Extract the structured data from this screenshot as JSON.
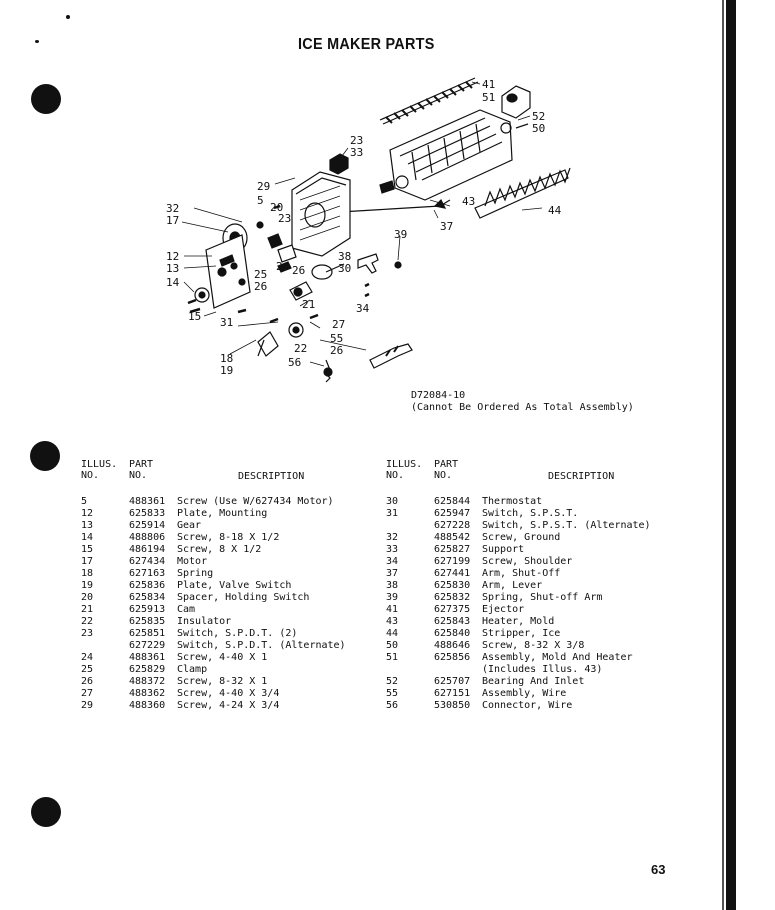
{
  "title": "ICE MAKER PARTS",
  "diagram": {
    "code": "D72084-10",
    "note": "(Cannot Be Ordered As Total  Assembly)",
    "callouts": [
      "41",
      "51",
      "52",
      "50",
      "23",
      "33",
      "29",
      "5",
      "32",
      "17",
      "20",
      "23",
      "43",
      "37",
      "44",
      "39",
      "12",
      "13",
      "14",
      "15",
      "38",
      "24",
      "26",
      "30",
      "25",
      "26",
      "34",
      "21",
      "31",
      "27",
      "55",
      "26",
      "22",
      "18",
      "19",
      "56"
    ]
  },
  "headers": {
    "illus": "ILLUS.",
    "no": "NO.",
    "part": "PART",
    "part_no": "NO.",
    "description": "DESCRIPTION"
  },
  "left_rows": [
    {
      "illus": "5",
      "part": "488361",
      "desc": "Screw (Use W/627434 Motor)"
    },
    {
      "illus": "12",
      "part": "625833",
      "desc": "Plate, Mounting"
    },
    {
      "illus": "13",
      "part": "625914",
      "desc": "Gear"
    },
    {
      "illus": "14",
      "part": "488806",
      "desc": "Screw, 8-18 X 1/2"
    },
    {
      "illus": "15",
      "part": "486194",
      "desc": "Screw, 8 X 1/2"
    },
    {
      "illus": "17",
      "part": "627434",
      "desc": "Motor"
    },
    {
      "illus": "18",
      "part": "627163",
      "desc": "Spring"
    },
    {
      "illus": "19",
      "part": "625836",
      "desc": "Plate, Valve Switch"
    },
    {
      "illus": "20",
      "part": "625834",
      "desc": "Spacer, Holding Switch"
    },
    {
      "illus": "21",
      "part": "625913",
      "desc": "Cam"
    },
    {
      "illus": "22",
      "part": "625835",
      "desc": "Insulator"
    },
    {
      "illus": "23",
      "part": "625851",
      "desc": "Switch, S.P.D.T. (2)"
    },
    {
      "illus": "",
      "part": "627229",
      "desc": "Switch, S.P.D.T. (Alternate)"
    },
    {
      "illus": "24",
      "part": "488361",
      "desc": "Screw, 4-40 X 1"
    },
    {
      "illus": "25",
      "part": "625829",
      "desc": "Clamp"
    },
    {
      "illus": "26",
      "part": "488372",
      "desc": "Screw, 8-32 X 1"
    },
    {
      "illus": "27",
      "part": "488362",
      "desc": "Screw, 4-40 X 3/4"
    },
    {
      "illus": "29",
      "part": "488360",
      "desc": "Screw, 4-24 X 3/4"
    }
  ],
  "right_rows": [
    {
      "illus": "30",
      "part": "625844",
      "desc": "Thermostat"
    },
    {
      "illus": "31",
      "part": "625947",
      "desc": "Switch, S.P.S.T."
    },
    {
      "illus": "",
      "part": "627228",
      "desc": "Switch, S.P.S.T. (Alternate)"
    },
    {
      "illus": "32",
      "part": "488542",
      "desc": "Screw, Ground"
    },
    {
      "illus": "33",
      "part": "625827",
      "desc": "Support"
    },
    {
      "illus": "34",
      "part": "627199",
      "desc": "Screw, Shoulder"
    },
    {
      "illus": "37",
      "part": "627441",
      "desc": "Arm, Shut-Off"
    },
    {
      "illus": "38",
      "part": "625830",
      "desc": "Arm, Lever"
    },
    {
      "illus": "39",
      "part": "625832",
      "desc": "Spring, Shut-off Arm"
    },
    {
      "illus": "41",
      "part": "627375",
      "desc": "Ejector"
    },
    {
      "illus": "43",
      "part": "625843",
      "desc": "Heater, Mold"
    },
    {
      "illus": "44",
      "part": "625840",
      "desc": "Stripper, Ice"
    },
    {
      "illus": "50",
      "part": "488646",
      "desc": "Screw, 8-32 X 3/8"
    },
    {
      "illus": "51",
      "part": "625856",
      "desc": "Assembly, Mold And Heater"
    },
    {
      "illus": "",
      "part": "",
      "desc": "(Includes Illus. 43)"
    },
    {
      "illus": "52",
      "part": "625707",
      "desc": "Bearing And Inlet"
    },
    {
      "illus": "55",
      "part": "627151",
      "desc": "Assembly, Wire"
    },
    {
      "illus": "56",
      "part": "530850",
      "desc": "Connector, Wire"
    }
  ],
  "page_number": "63"
}
